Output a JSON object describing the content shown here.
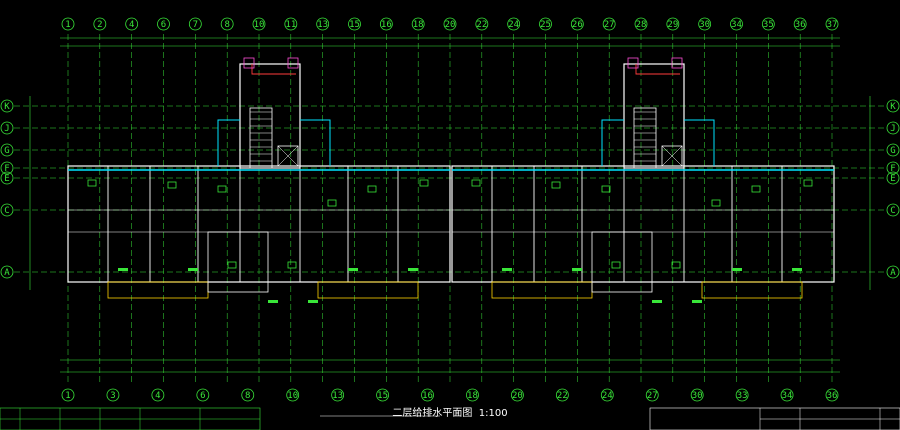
{
  "drawing": {
    "title": "二层给排水平面图",
    "scale": "1:100",
    "column_axes": [
      "1",
      "2",
      "4",
      "6",
      "7",
      "8",
      "10",
      "11",
      "13",
      "15",
      "16",
      "18",
      "20",
      "22",
      "24",
      "25",
      "26",
      "27",
      "28",
      "29",
      "30",
      "34",
      "35",
      "36",
      "37"
    ],
    "column_axes_bottom": [
      "1",
      "3",
      "4",
      "6",
      "8",
      "10",
      "13",
      "15",
      "16",
      "18",
      "20",
      "22",
      "24",
      "27",
      "30",
      "33",
      "34",
      "36"
    ],
    "row_axes": [
      "K",
      "J",
      "G",
      "F",
      "E",
      "C",
      "A"
    ],
    "colors": {
      "background": "#000000",
      "axis": "#39e639",
      "wall": "#ffffff",
      "pipe": "#00e5ff",
      "riser": "#ff3b3b",
      "fixture": "#ffd400",
      "magenta": "#ff4fd8"
    }
  }
}
